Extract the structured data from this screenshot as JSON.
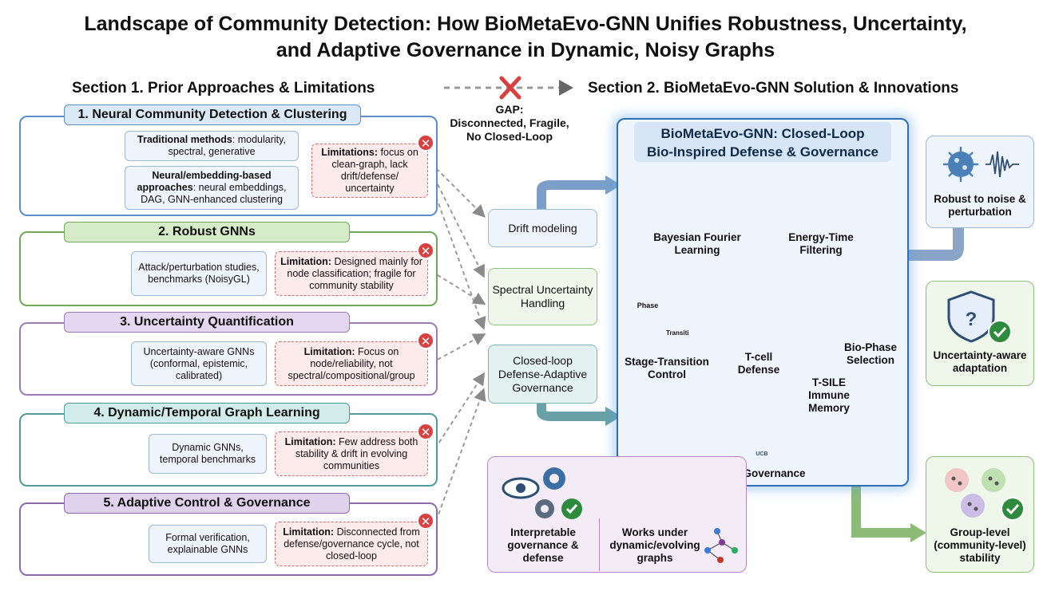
{
  "title": {
    "line1": "Landscape of Community Detection: How BioMetaEvo-GNN Unifies Robustness, Uncertainty,",
    "line2": "and Adaptive Governance  in Dynamic, Noisy Graphs"
  },
  "section1": {
    "heading": "Section 1. Prior Approaches & Limitations",
    "boxes": [
      {
        "heading": "1. Neural Community Detection & Clustering",
        "info1_bold": "Traditional methods",
        "info1_rest": ": modularity, spectral, generative",
        "info2_bold": "Neural/embedding-based approaches",
        "info2_rest": ": neural embeddings, DAG, GNN-enhanced clustering",
        "limitation_bold": "Limitations:",
        "limitation_rest": " focus on clean-graph, lack drift/defense/ uncertainty"
      },
      {
        "heading": "2. Robust GNNs",
        "info": "Attack/perturbation studies, benchmarks (NoisyGL)",
        "limitation_bold": "Limitation:",
        "limitation_rest": " Designed mainly for node classification; fragile for community stability"
      },
      {
        "heading": "3. Uncertainty Quantification",
        "info": "Uncertainty-aware GNNs (conformal, epistemic, calibrated)",
        "limitation_bold": "Limitation:",
        "limitation_rest": " Focus on node/reliability, not spectral/compositional/group"
      },
      {
        "heading": "4. Dynamic/Temporal Graph Learning",
        "info": "Dynamic GNNs, temporal benchmarks",
        "limitation_bold": "Limitation:",
        "limitation_rest": " Few address both stability & drift in evolving communities"
      },
      {
        "heading": "5. Adaptive Control & Governance",
        "info": "Formal verification, explainable GNNs",
        "limitation_bold": "Limitation:",
        "limitation_rest": " Disconnected from defense/governance cycle, not closed-loop"
      }
    ]
  },
  "gap": {
    "label": "GAP:",
    "line2": "Disconnected, Fragile,",
    "line3": "No Closed-Loop"
  },
  "middle": {
    "drift": "Drift modeling",
    "spectral": "Spectral Uncertainty Handling",
    "closed_loop": "Closed-loop Defense-Adaptive Governance",
    "interpretable": "Interpretable governance & defense",
    "works_under": "Works under dynamic/evolving graphs"
  },
  "section2": {
    "heading": "Section 2. BioMetaEvo-GNN Solution & Innovations",
    "panel_title_1": "BioMetaEvo-GNN: Closed-Loop",
    "panel_title_2": "Bio-Inspired Defense & Governance",
    "nodes": {
      "bayes": "Bayesian Fourier Learning",
      "energy": "Energy-Time Filtering",
      "bio_phase": "Bio-Phase Selection",
      "tcell": "T-cell Defense",
      "tsile": "T-SILE Immune Memory",
      "stage": "Stage-Transition Control",
      "ucb": "UCB Governance",
      "phase_chip": "Phase",
      "transit_chip": "Transiti",
      "ucb_chip": "UCB"
    }
  },
  "right": {
    "robust": "Robust to noise & perturbation",
    "uncertainty": "Uncertainty-aware adaptation",
    "group": "Group-level (community-level) stability"
  },
  "colors": {
    "box1": "#5b8fc7",
    "box1_head": "#dbe8f5",
    "box2": "#6fa85a",
    "box2_head": "#d6ecc9",
    "box3": "#9b7bb8",
    "box3_head": "#e4d7ef",
    "box4": "#4f9a9a",
    "box4_head": "#d2ecec",
    "box5": "#8e6aab",
    "box5_head": "#e0d2ec",
    "panel_border": "#2f6fb5",
    "limitation_red": "#d94040",
    "check_green": "#2e8b3d"
  }
}
